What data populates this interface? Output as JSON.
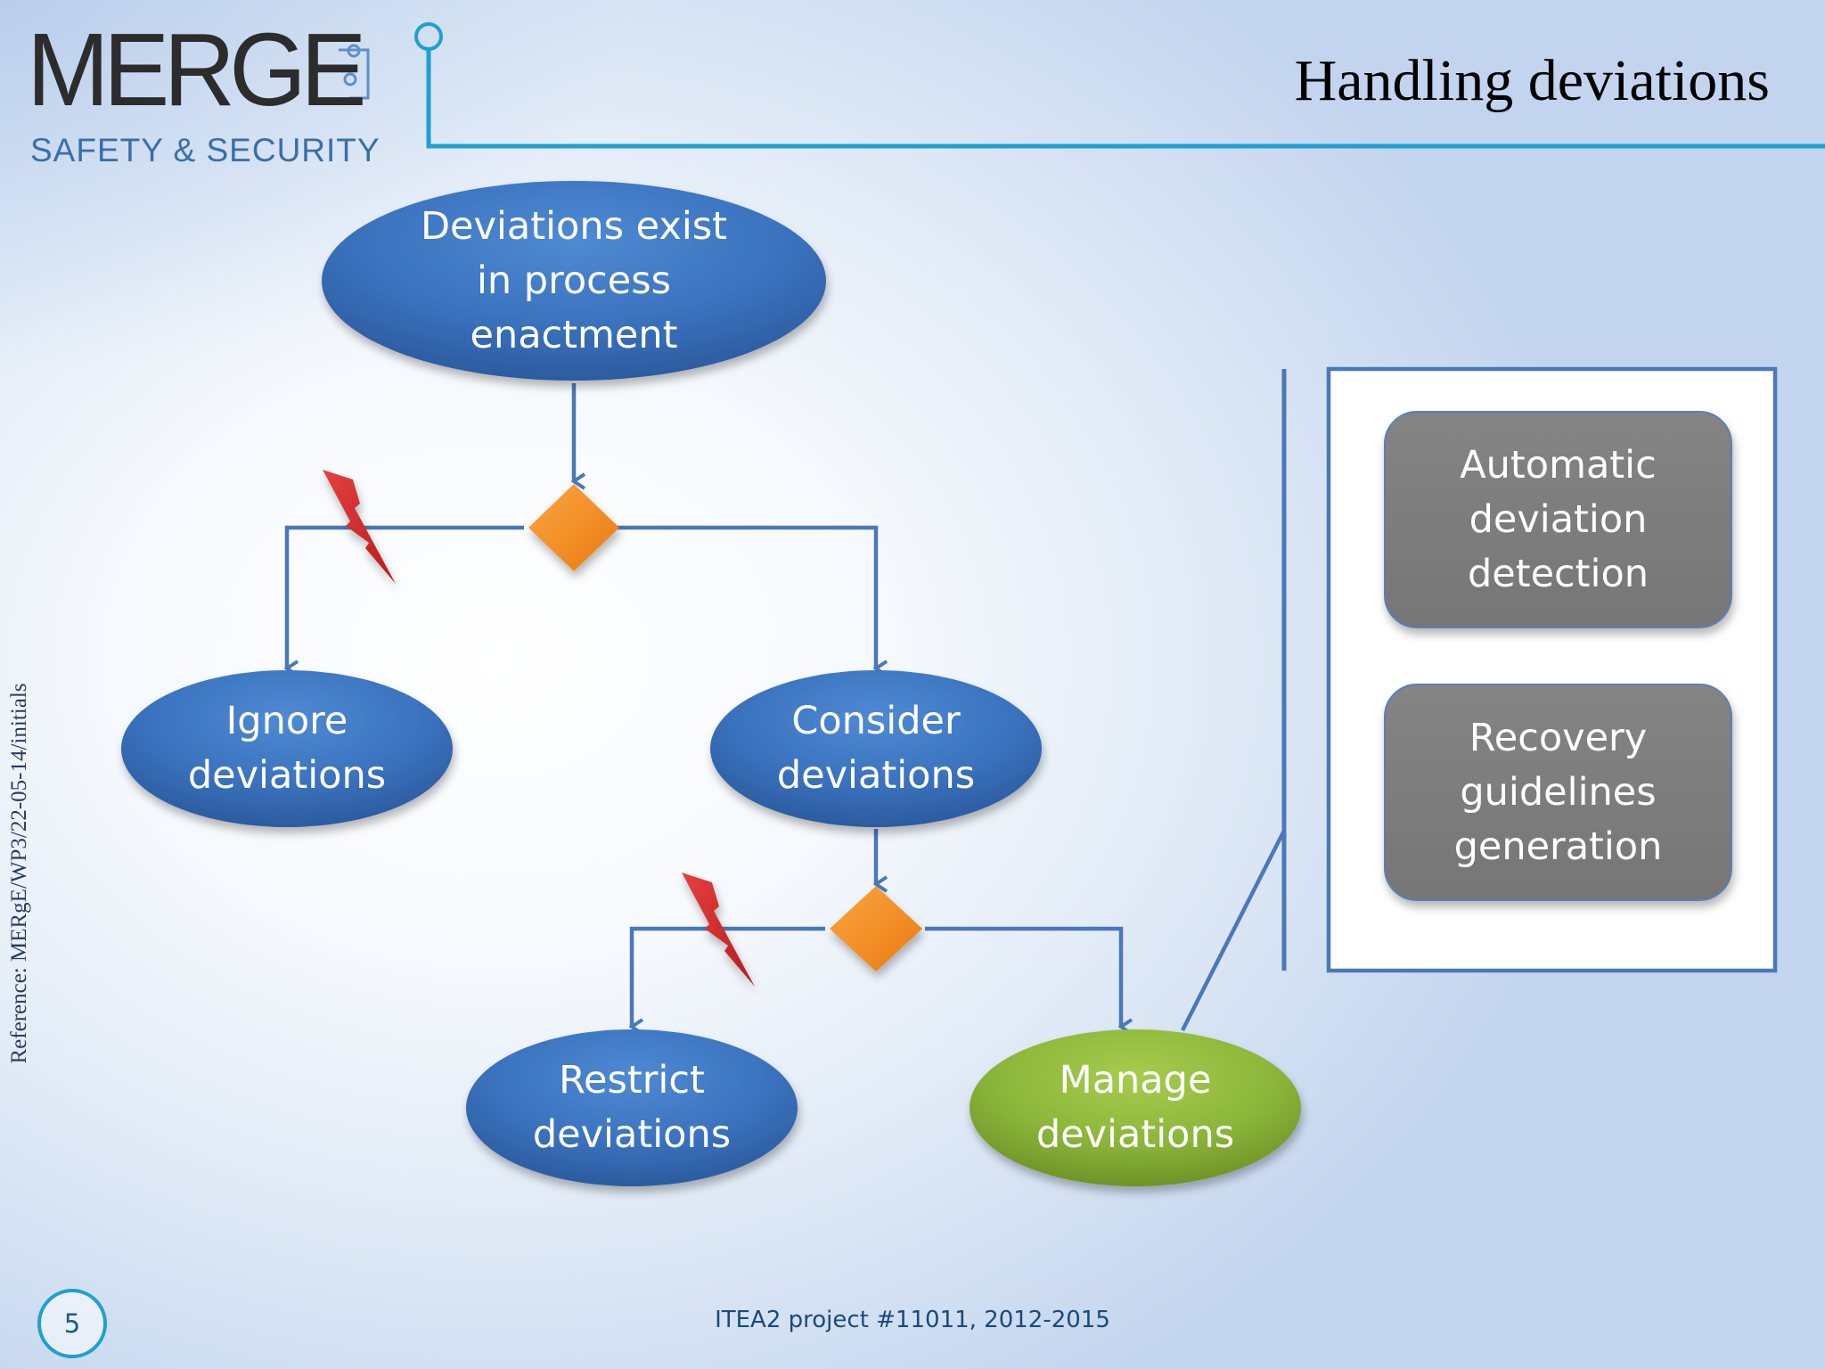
{
  "logo": {
    "wordmark": "MERGE",
    "tagline": "SAFETY & SECURITY"
  },
  "title": "Handling deviations",
  "nodes": {
    "deviations_exist": [
      "Deviations exist",
      "in process",
      "enactment"
    ],
    "ignore": [
      "Ignore",
      "deviations"
    ],
    "consider": [
      "Consider",
      "deviations"
    ],
    "restrict": [
      "Restrict",
      "deviations"
    ],
    "manage": [
      "Manage",
      "deviations"
    ],
    "automatic_detection": [
      "Automatic",
      "deviation",
      "detection"
    ],
    "recovery_guidelines": [
      "Recovery",
      "guidelines",
      "generation"
    ]
  },
  "reference": "Reference: MERgE/WP3/22-05-14/initials",
  "page_number": "5",
  "footer": "ITEA2 project #11011, 2012-2015",
  "colors": {
    "blue_node": "#3a73c0",
    "green_node": "#8db53c",
    "gray_box": "#7d7d7d",
    "decision": "#f28a1e",
    "connector": "#4a78b8",
    "lightning": "#d02a2a",
    "accent_line": "#1ea0d0"
  },
  "icons": [
    "lightning-bolt-icon",
    "decision-diamond",
    "logo-circuit-icon"
  ]
}
